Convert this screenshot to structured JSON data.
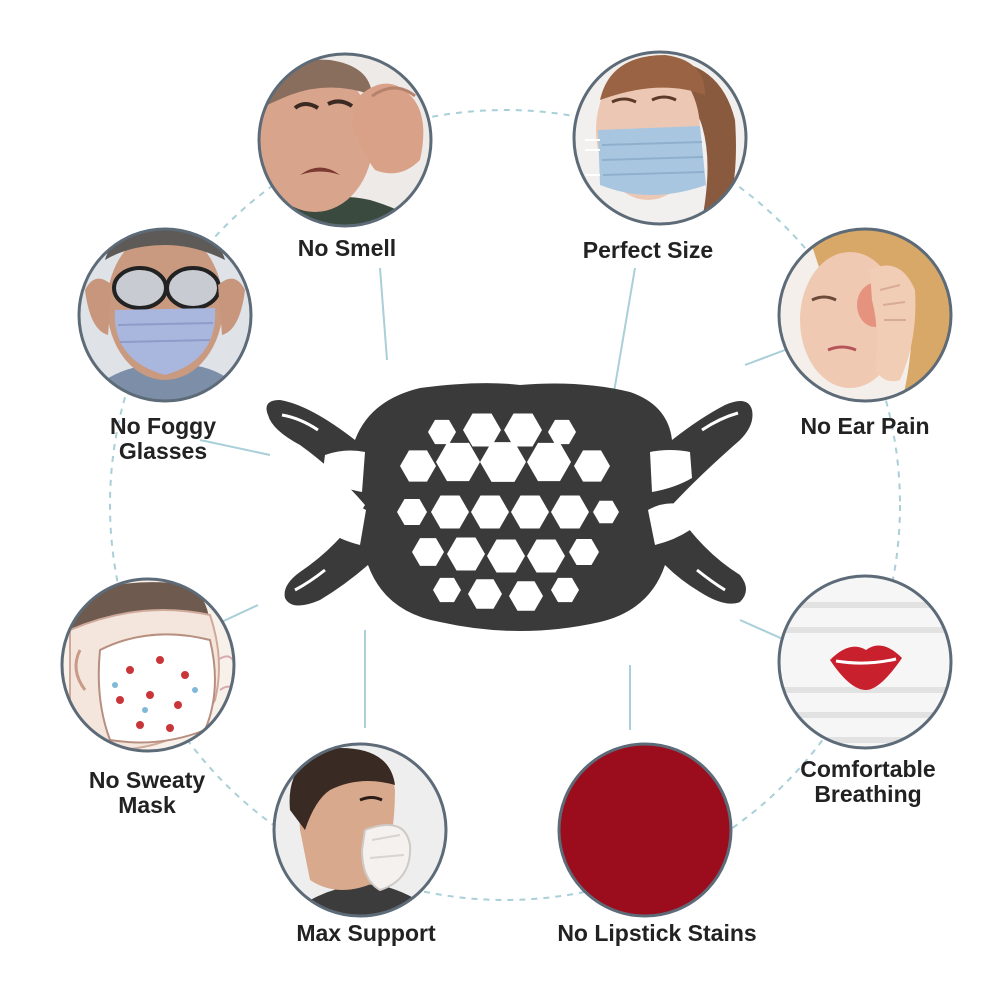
{
  "features": [
    {
      "id": "no-smell",
      "label": [
        "No Smell"
      ],
      "icon": "person-holding-nose"
    },
    {
      "id": "perfect-size",
      "label": [
        "Perfect Size"
      ],
      "icon": "woman-wearing-mask-with-bracket"
    },
    {
      "id": "no-ear-pain",
      "label": [
        "No Ear Pain"
      ],
      "icon": "woman-holding-sore-ear"
    },
    {
      "id": "comfortable-breathing",
      "label": [
        "Comfortable",
        "Breathing"
      ],
      "icon": "lips-on-mask-fabric"
    },
    {
      "id": "no-lipstick-stains",
      "label": [
        "No Lipstick Stains"
      ],
      "icon": "red-circle"
    },
    {
      "id": "max-support",
      "label": [
        "Max Support"
      ],
      "icon": "man-wearing-mask-bracket"
    },
    {
      "id": "no-sweaty-mask",
      "label": [
        "No Sweaty",
        "Mask"
      ],
      "icon": "sweaty-mask-illustration"
    },
    {
      "id": "no-foggy-glasses",
      "label": [
        "No Foggy",
        "Glasses"
      ],
      "icon": "man-with-foggy-glasses"
    }
  ],
  "center_product": {
    "icon": "silicone-mask-bracket",
    "color": "#3a3a3a"
  },
  "colors": {
    "ring": "#a9cfd8",
    "circle_border": "#5d6b78",
    "label": "#222222",
    "lipstick": "#9b0d1d"
  }
}
